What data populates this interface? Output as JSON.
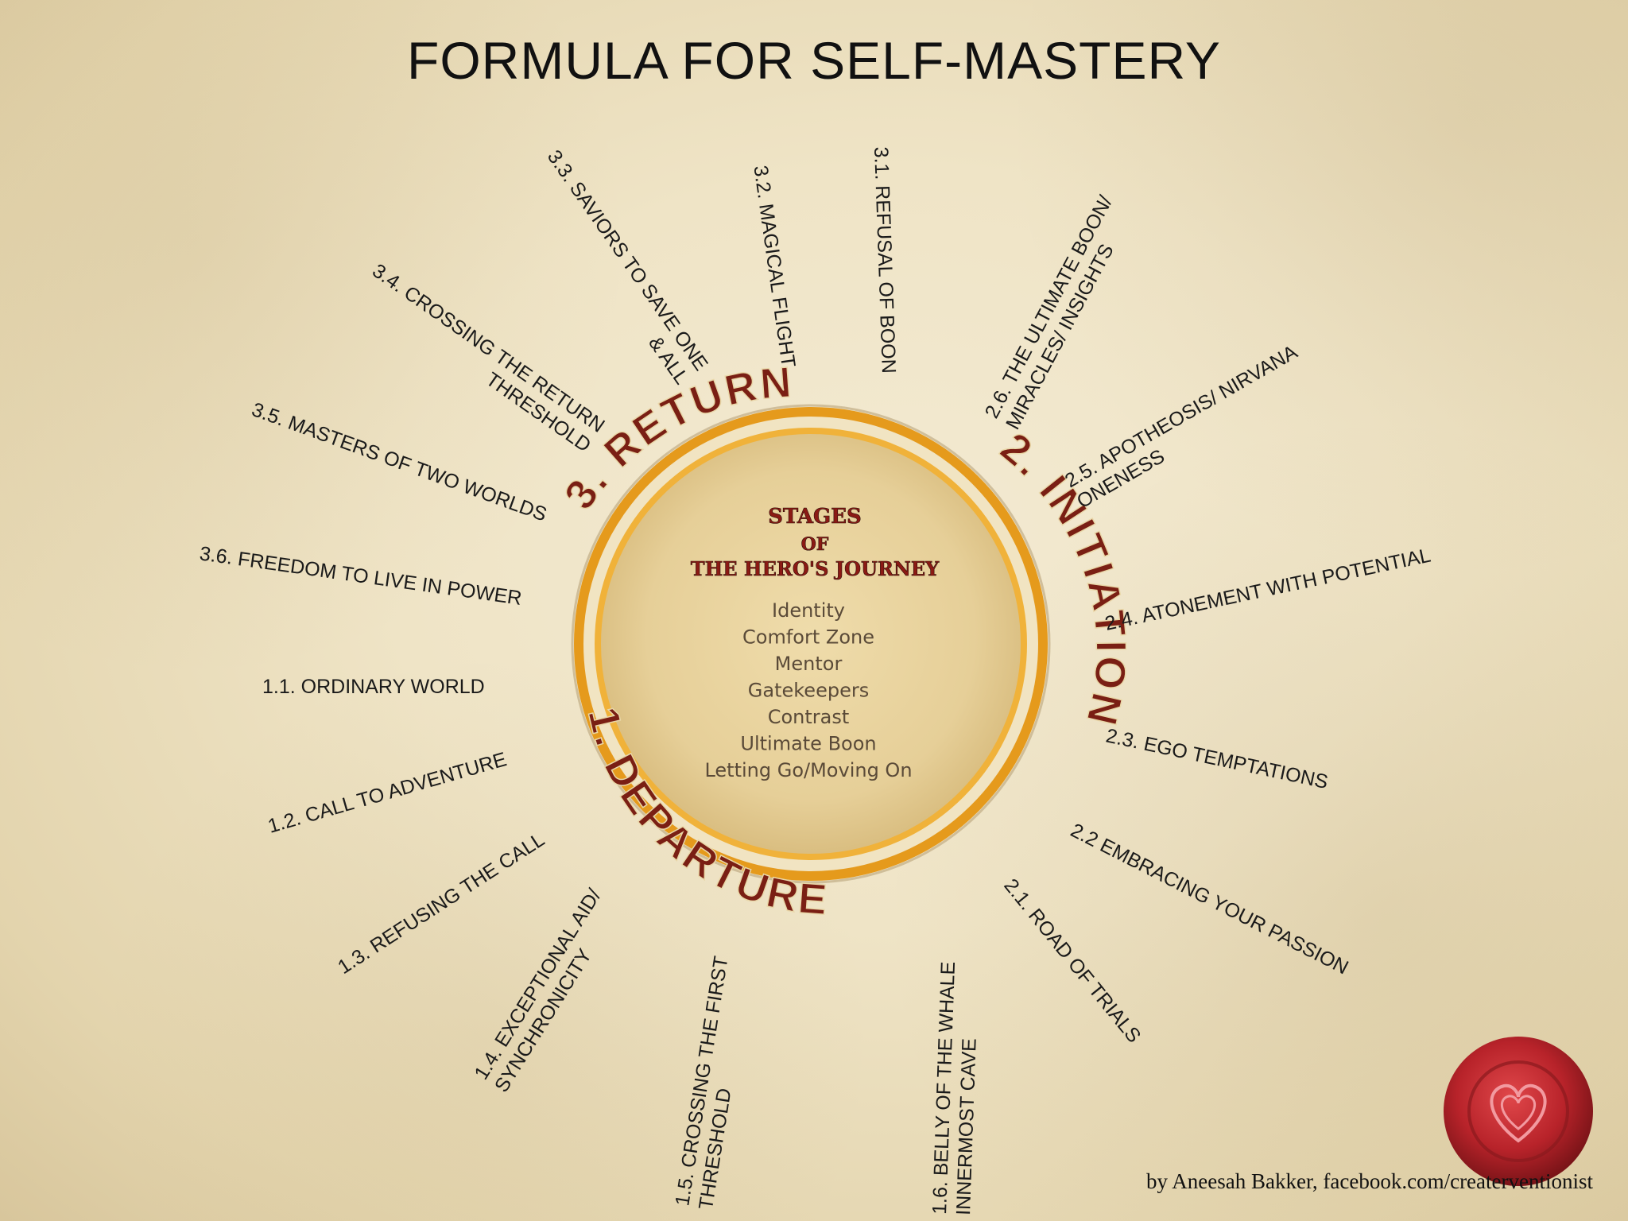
{
  "title": "FORMULA FOR  SELF-MASTERY",
  "center": {
    "heading_line1": "STAGES",
    "heading_line2": "OF",
    "heading_line3": "THE HERO'S JOURNEY",
    "items": [
      "Identity",
      "Comfort Zone",
      "Mentor",
      "Gatekeepers",
      "Contrast",
      "Ultimate Boon",
      "Letting Go/Moving On"
    ]
  },
  "stages": {
    "departure": "1. DEPARTURE",
    "initiation": "2. INITIATION",
    "return": "3. RETURN"
  },
  "rays": {
    "s1_1": [
      "1.1. ORDINARY WORLD"
    ],
    "s1_2": [
      "1.2. CALL TO ADVENTURE"
    ],
    "s1_3": [
      "1.3. REFUSING THE CALL"
    ],
    "s1_4": [
      "1.4. EXCEPTIONAL AID/",
      "SYNCHRONICITY"
    ],
    "s1_5": [
      "1.5. CROSSING THE FIRST",
      "THRESHOLD"
    ],
    "s1_6": [
      "1.6. BELLY OF THE WHALE",
      "INNERMOST CAVE"
    ],
    "s2_1": [
      "2.1. ROAD OF TRIALS"
    ],
    "s2_2": [
      "2.2 EMBRACING YOUR PASSION"
    ],
    "s2_3": [
      "2.3. EGO TEMPTATIONS"
    ],
    "s2_4": [
      "2.4. ATONEMENT WITH POTENTIAL"
    ],
    "s2_5": [
      "2.5. APOTHEOSIS/ NIRVANA",
      "ONENESS"
    ],
    "s2_6": [
      "2.6. THE ULTIMATE BOON/",
      "MIRACLES/ INSIGHTS"
    ],
    "s3_1": [
      "3.1. REFUSAL OF BOON"
    ],
    "s3_2": [
      "3.2. MAGICAL FLIGHT"
    ],
    "s3_3": [
      "3.3. SAVIORS TO SAVE ONE",
      "& ALL"
    ],
    "s3_4": [
      "3.4. CROSSING THE RETURN",
      "THRESHOLD"
    ],
    "s3_5": [
      "3.5. MASTERS OF TWO WORLDS"
    ],
    "s3_6": [
      "3.6. FREEDOM TO LIVE IN POWER"
    ]
  },
  "credit": "by Aneesah Bakker, facebook.com/createrventionist",
  "colors": {
    "ring": "#e59a1c",
    "stage_text": "#7a1f14",
    "heading": "#8b1a14",
    "seal": "#c0282b"
  }
}
